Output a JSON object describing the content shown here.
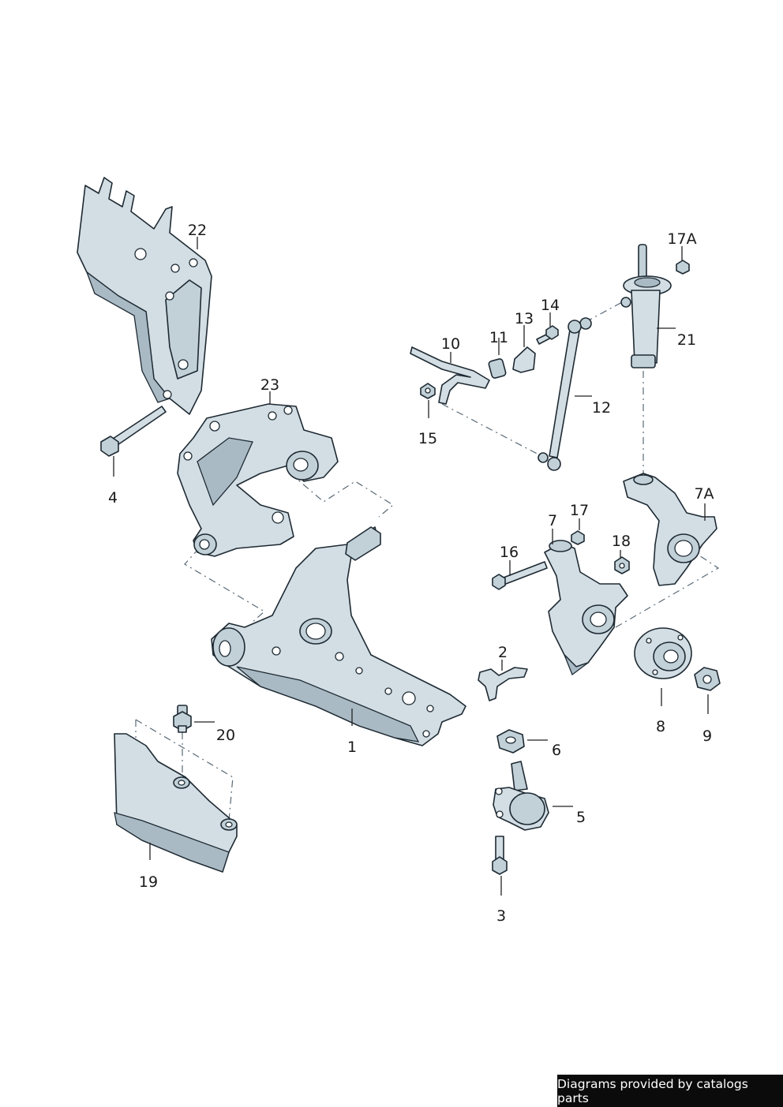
{
  "labels": {
    "p1": "1",
    "p2": "2",
    "p3": "3",
    "p4": "4",
    "p5": "5",
    "p6": "6",
    "p7": "7",
    "p7a": "7A",
    "p8": "8",
    "p9": "9",
    "p10": "10",
    "p11": "11",
    "p12": "12",
    "p13": "13",
    "p14": "14",
    "p15": "15",
    "p16": "16",
    "p17": "17",
    "p17a": "17A",
    "p18": "18",
    "p19": "19",
    "p20": "20",
    "p21": "21",
    "p22": "22",
    "p23": "23"
  },
  "footer": {
    "credit": "Diagrams provided by catalogs parts"
  },
  "colors": {
    "part_fill": "#d3dee4",
    "part_shade": "#a9bac4",
    "outline": "#1e2a33",
    "credit_bg": "#0b0b0b"
  }
}
